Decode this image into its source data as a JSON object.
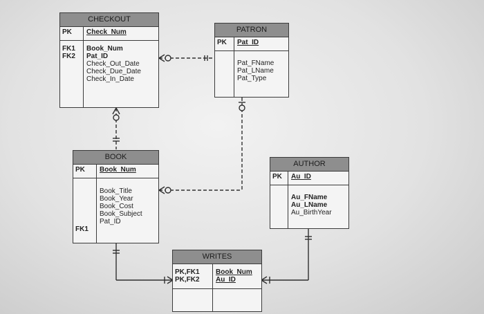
{
  "checkout": {
    "title": "CHECKOUT",
    "pk_label": "PK",
    "pk_attr": "Check_Num",
    "fk_labels": [
      "FK1",
      "FK2"
    ],
    "attrs": [
      "Book_Num",
      "Pat_ID",
      "Check_Out_Date",
      "Check_Due_Date",
      "Check_In_Date"
    ]
  },
  "patron": {
    "title": "PATRON",
    "pk_label": "PK",
    "pk_attr": "Pat_ID",
    "attrs": [
      "Pat_FName",
      "Pat_LName",
      "Pat_Type"
    ]
  },
  "book": {
    "title": "BOOK",
    "pk_label": "PK",
    "pk_attr": "Book_Num",
    "fk_label": "FK1",
    "attrs": [
      "Book_Title",
      "Book_Year",
      "Book_Cost",
      "Book_Subject",
      "Pat_ID"
    ]
  },
  "author": {
    "title": "AUTHOR",
    "pk_label": "PK",
    "pk_attr": "Au_ID",
    "attrs": [
      "Au_FName",
      "Au_LName",
      "Au_BirthYear"
    ]
  },
  "writes": {
    "title": "WRITES",
    "pk_labels": [
      "PK,FK1",
      "PK,FK2"
    ],
    "pk_attrs": [
      "Book_Num",
      "Au_ID"
    ]
  }
}
